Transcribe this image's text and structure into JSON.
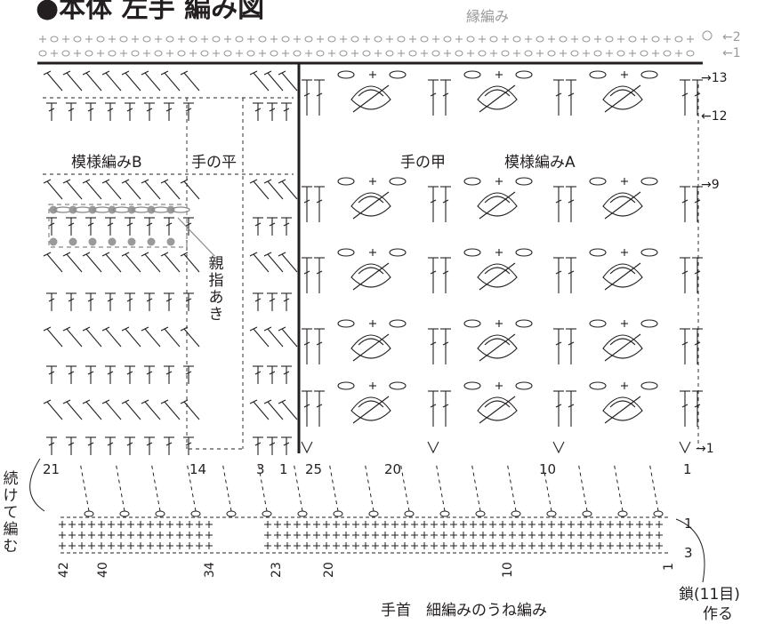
{
  "title": "●本体 左手 編み図",
  "edge_label": "縁編み",
  "row_arrows": {
    "r2": "←2",
    "r1": "←1",
    "r13": "→13",
    "r12": "←12",
    "r9": "→9",
    "rb1": "→1"
  },
  "section_labels": {
    "pattern_b": "模様編みB",
    "palm": "手の平",
    "back": "手の甲",
    "pattern_a": "模様編みA",
    "thumb": "親指あき",
    "continue": "続けて編む",
    "wrist": "手首　細編みのうね編み",
    "chain": "鎖(11目)",
    "make": "作る"
  },
  "stitch_numbers_upper": [
    "21",
    "14",
    "3",
    "1",
    "25",
    "20",
    "10",
    "1"
  ],
  "stitch_numbers_lower": [
    "42",
    "40",
    "34",
    "23",
    "20",
    "10",
    "1"
  ],
  "rib_row_numbers": [
    "1",
    "3"
  ]
}
